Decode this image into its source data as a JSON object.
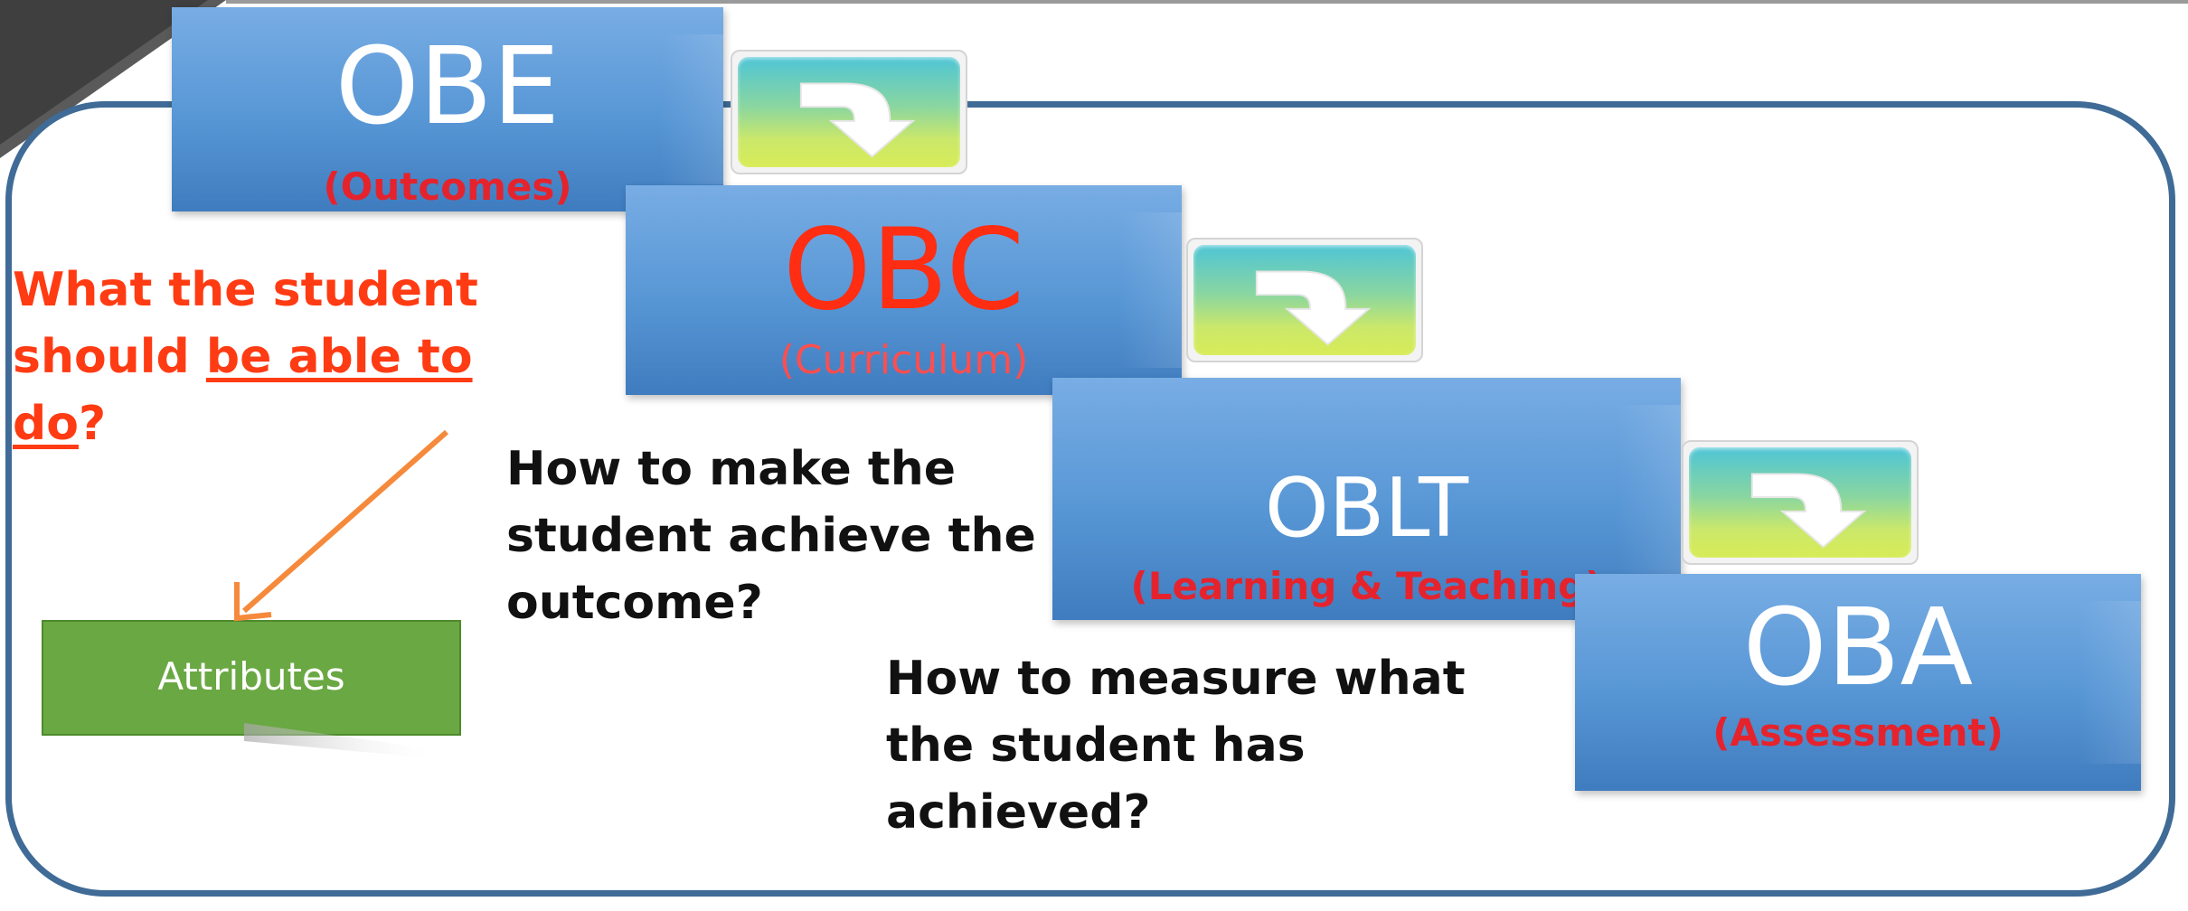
{
  "steps": [
    {
      "id": "obe",
      "title": "OBE",
      "subtitle": "(Outcomes)"
    },
    {
      "id": "obc",
      "title": "OBC",
      "subtitle": "(Curriculum)"
    },
    {
      "id": "oblt",
      "title": "OBLT",
      "subtitle": "(Learning & Teaching)"
    },
    {
      "id": "oba",
      "title": "OBA",
      "subtitle": "(Assessment)"
    }
  ],
  "questions": {
    "outcome": {
      "line1": "What the student",
      "line2_prefix": "should ",
      "line2_underlined": "be able to",
      "line3_underlined": "do",
      "line3_suffix": "?"
    },
    "achieve": [
      "How to make the",
      "student achieve the",
      "outcome?"
    ],
    "measure": [
      "How to measure what",
      "the student has",
      "achieved?"
    ]
  },
  "attributes_label": "Attributes",
  "colors": {
    "frame_border": "#3f6b96",
    "step_fill": "#5796d5",
    "highlight_red": "#ff3b13",
    "attributes_green": "#6aa843",
    "pointer_orange": "#f58a3c"
  },
  "icons": {
    "step_arrow": "curved-down-arrow-icon"
  }
}
